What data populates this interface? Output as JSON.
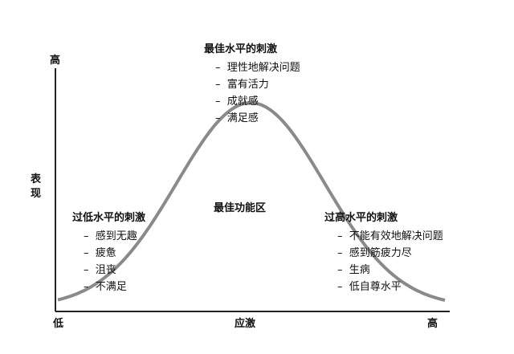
{
  "axes": {
    "y_high": "高",
    "y_label": "表现",
    "x_low": "低",
    "x_label": "应激",
    "x_high": "高"
  },
  "optimal": {
    "title": "最佳水平的刺激",
    "items": [
      "理性地解决问题",
      "富有活力",
      "成就感",
      "满足感"
    ]
  },
  "low": {
    "title": "过低水平的刺激",
    "items": [
      "感到无趣",
      "疲惫",
      "沮丧",
      "不满足"
    ]
  },
  "high": {
    "title": "过高水平的刺激",
    "items": [
      "不能有效地解决问题",
      "感到筋疲力尽",
      "生病",
      "低自尊水平"
    ]
  },
  "zone_label": "最佳功能区",
  "bullet": "–",
  "colors": {
    "curve": "#8a8a8a",
    "axis": "#222222"
  }
}
